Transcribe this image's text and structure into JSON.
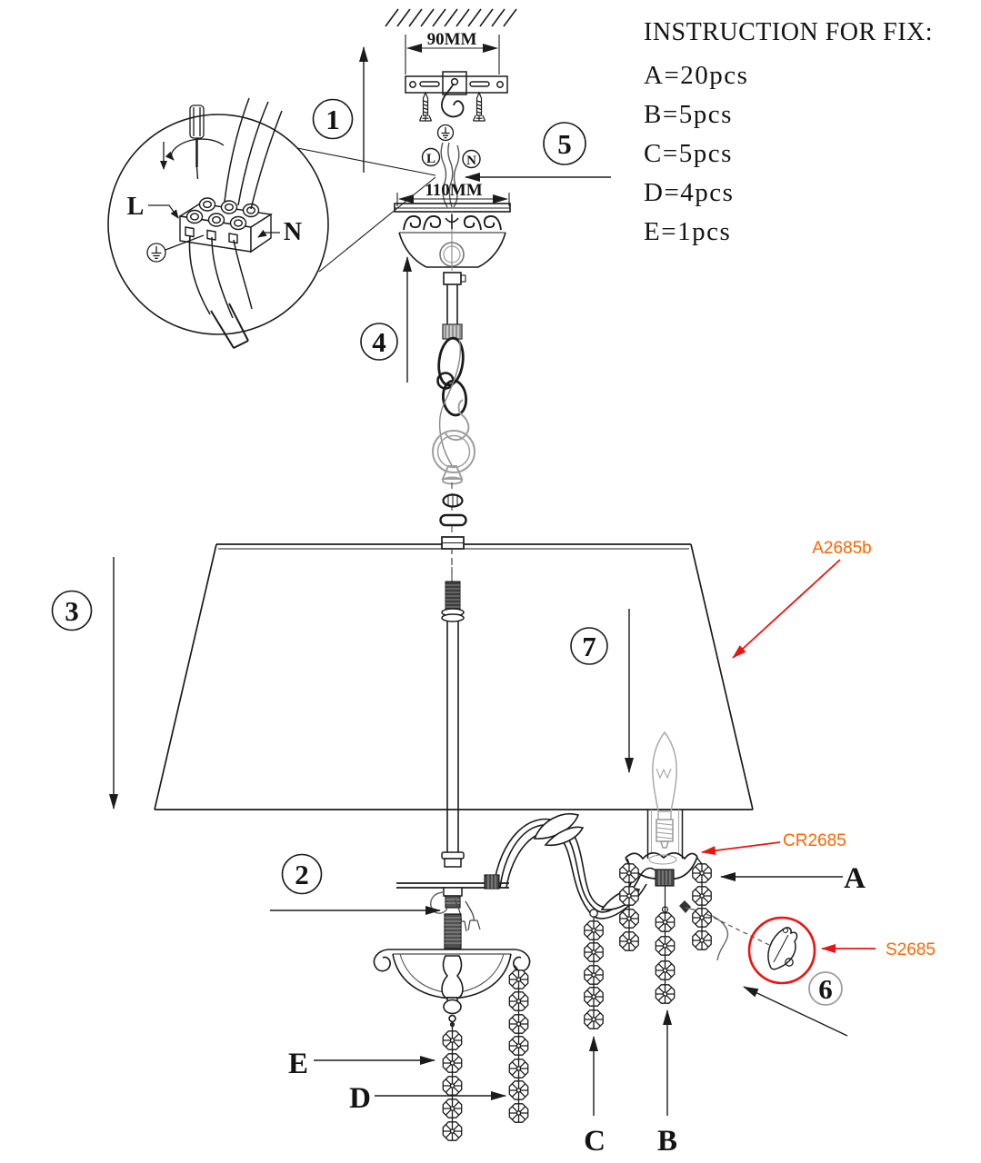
{
  "title_block": {
    "title": "INSTRUCTION FOR FIX:",
    "items": [
      "A=20pcs",
      "B=5pcs",
      "C=5pcs",
      "D=4pcs",
      "E=1pcs"
    ]
  },
  "steps": [
    "1",
    "2",
    "3",
    "4",
    "5",
    "6",
    "7"
  ],
  "dimensions": {
    "bracket": "90MM",
    "canopy": "110MM"
  },
  "wiring": {
    "live": "L",
    "neutral": "N"
  },
  "part_codes": {
    "shade": "A2685b",
    "candle_sleeve": "CR2685",
    "crystal_pendant": "S2685"
  },
  "crystal_strings": {
    "a": "A",
    "b": "B",
    "c": "C",
    "d": "D",
    "e": "E"
  },
  "colors": {
    "label_orange": "#ff6600",
    "annotation_red": "#ec1410",
    "ink": "#1b1b1b",
    "light_ink": "#9e9e9e"
  }
}
